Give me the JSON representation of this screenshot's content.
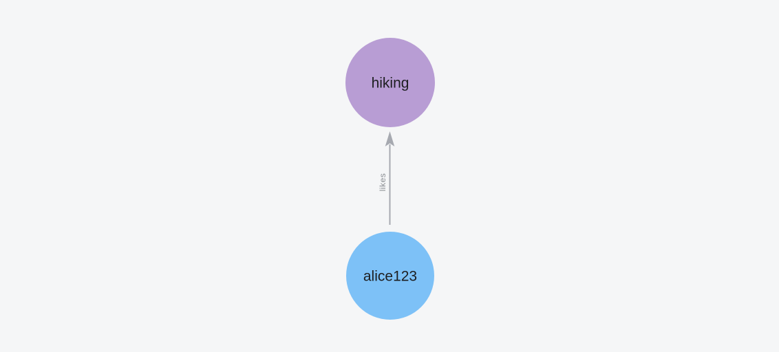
{
  "graph": {
    "background_color": "#f5f6f7",
    "node_text_color": "#1d1e20",
    "nodes": [
      {
        "id": "hiking",
        "label": "hiking",
        "color": "#b89dd4"
      },
      {
        "id": "alice123",
        "label": "alice123",
        "color": "#7dc1f7"
      }
    ],
    "edges": [
      {
        "from": "alice123",
        "to": "hiking",
        "label": "likes",
        "color": "#a6a9b0",
        "label_color": "#8b8e93",
        "direction": "up"
      }
    ]
  }
}
